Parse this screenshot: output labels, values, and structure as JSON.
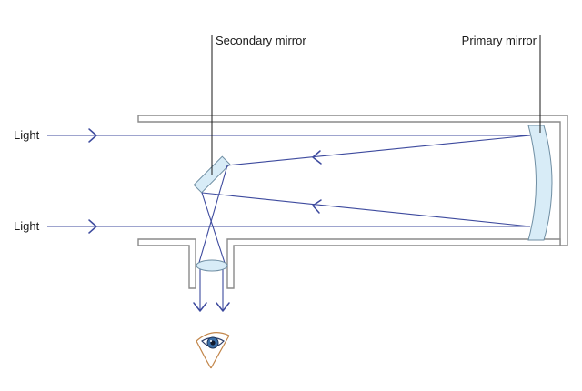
{
  "labels": {
    "secondary_mirror": "Secondary mirror",
    "primary_mirror": "Primary mirror",
    "light_top": "Light",
    "light_bottom": "Light"
  },
  "icons": {
    "eye": "eye-icon"
  },
  "colors": {
    "ray": "#3d4a9e",
    "tube": "#8a8a8a",
    "glass": "#d8ecf7",
    "eye_iris": "#3b6fa8",
    "eye_outline": "#c2864a"
  }
}
